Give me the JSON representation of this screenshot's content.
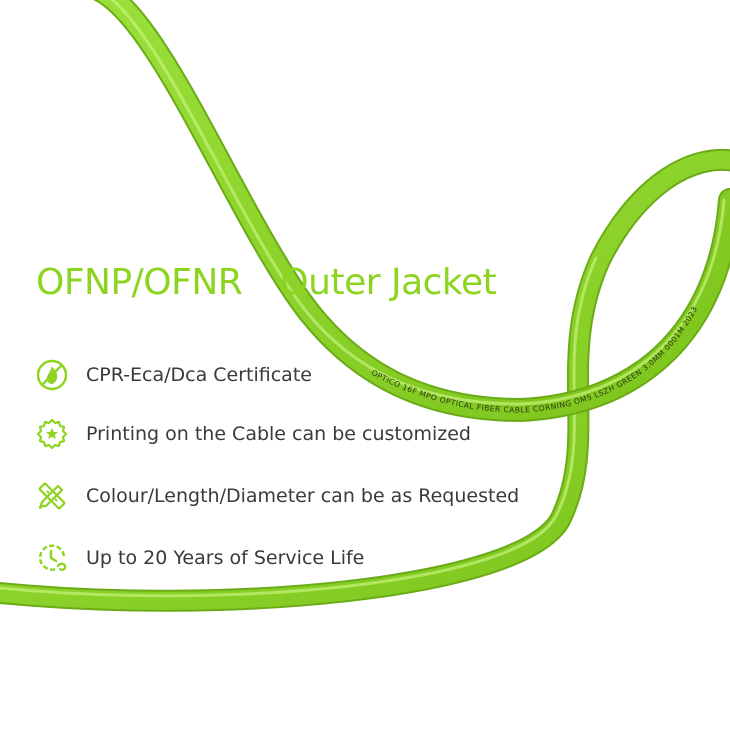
{
  "title": {
    "part1": "OFNP/OFNR",
    "part2": "Outer Jacket"
  },
  "features": [
    {
      "icon": "no-fire-icon",
      "label": "CPR-Eca/Dca Certificate"
    },
    {
      "icon": "badge-icon",
      "label": "Printing on the Cable can be customized"
    },
    {
      "icon": "pencil-ruler-icon",
      "label": "Colour/Length/Diameter can be as Requested"
    },
    {
      "icon": "clock-icon",
      "label": "Up to 20 Years of Service Life"
    }
  ],
  "cable_print": "OPTICO 16F MPO OPTICAL FIBER CABLE CORNING OM5 LSZH GREEN 3.0MM 0001M 2023",
  "colors": {
    "accent": "#8dd41f",
    "cable": "#8bd42a",
    "text": "#3a3a3a"
  }
}
